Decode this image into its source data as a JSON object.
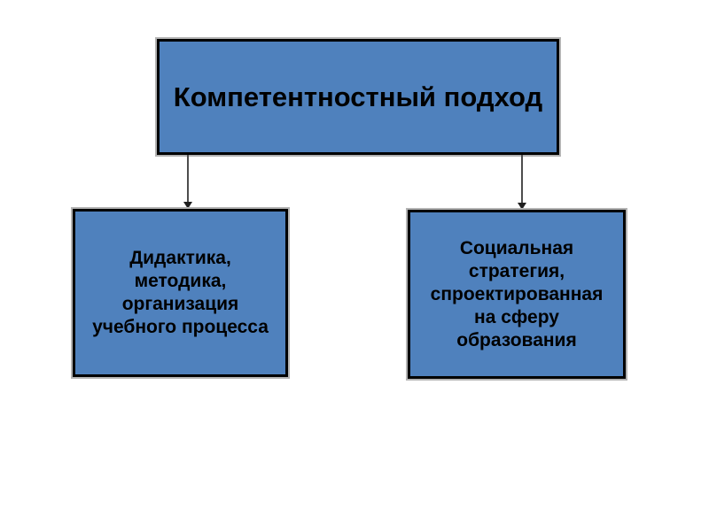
{
  "slide": {
    "boxes": {
      "root": {
        "label": "Компетентностный подход"
      },
      "left": {
        "label": "Дидактика,\nметодика,\nорганизация\nучебного процесса"
      },
      "right": {
        "label": "Социальная\nстратегия,\nспроектированная\nна сферу\nобразования"
      }
    },
    "colors": {
      "background": "#ffffff",
      "box_fill": "#4f81bd",
      "box_border": "#000000",
      "box_halo": "#b3b3b3",
      "connector": "#4d4d4d",
      "text": "#000000"
    }
  }
}
